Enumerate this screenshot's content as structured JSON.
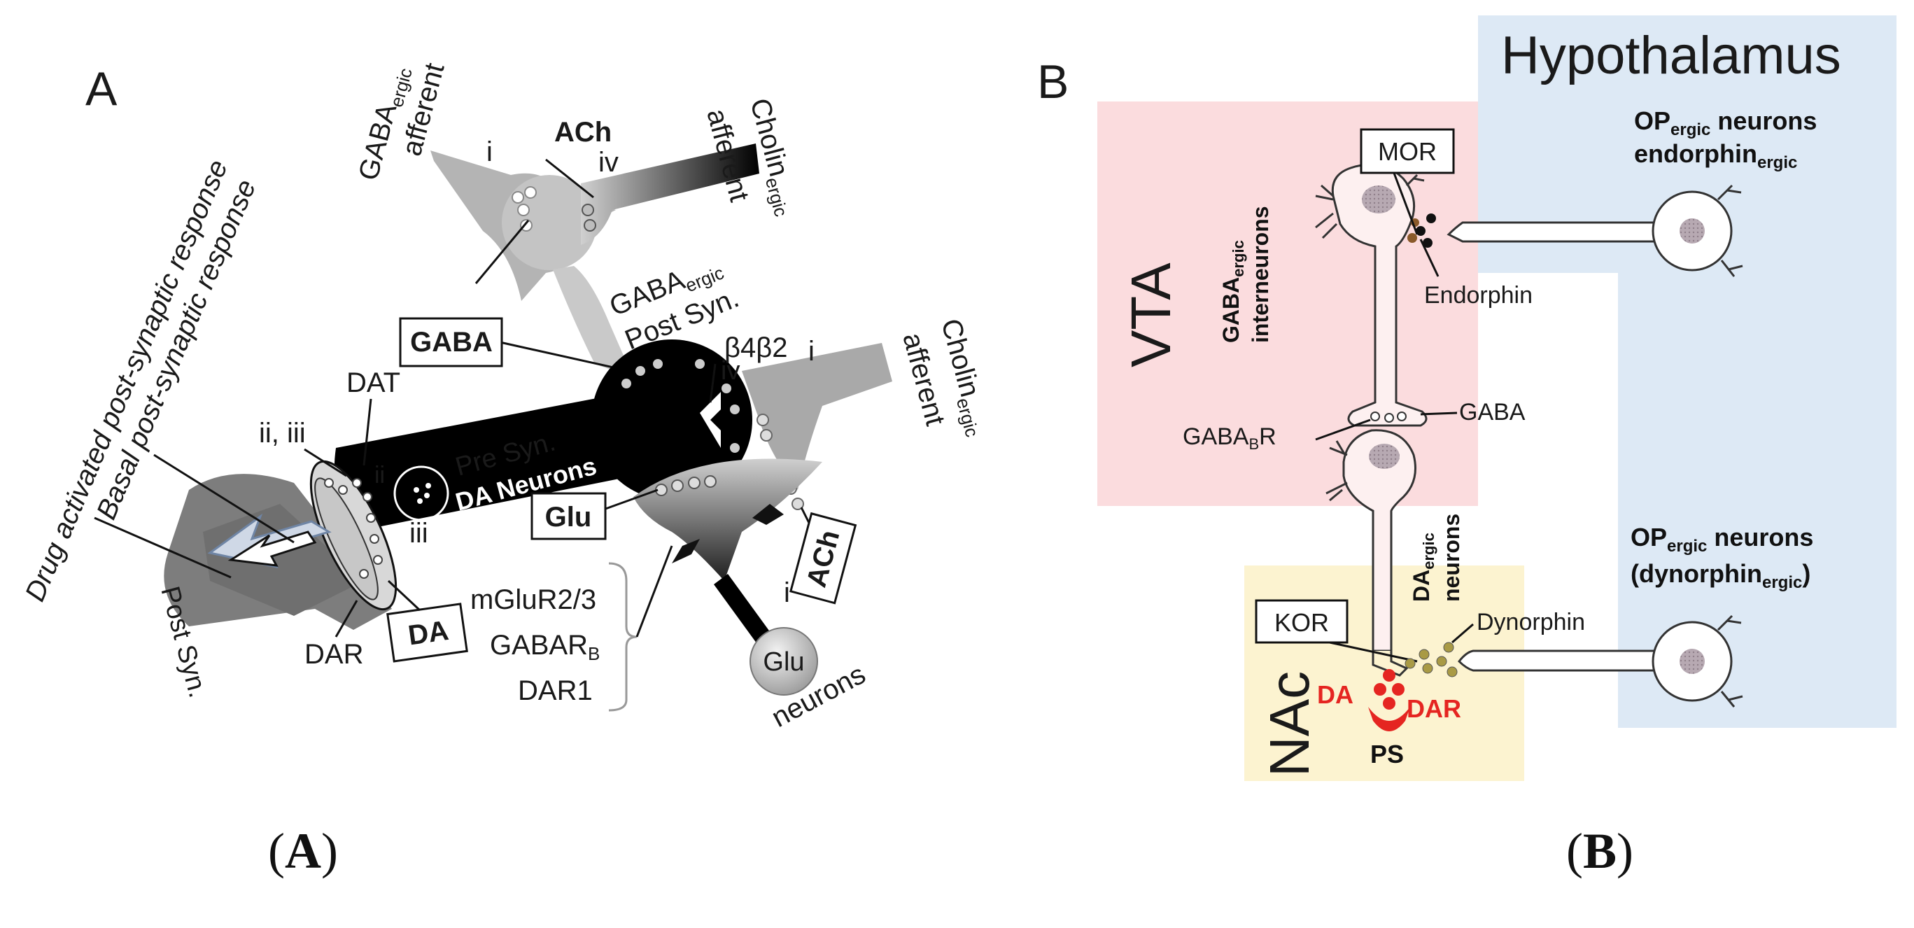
{
  "panel_a": {
    "letter": "A",
    "rot_drug": "Drug activated post-synaptic response",
    "rot_basal": "Basal post-synaptic response",
    "gaba_afferent_main": "GABA",
    "gaba_afferent_sub": "ergic",
    "gaba_afferent_line2": "afferent",
    "cholin_top_main": "Cholin",
    "cholin_top_sub": "ergic",
    "cholin_top_line2": "afferent",
    "ach_top": "ACh",
    "roman_i_top": "i",
    "roman_iv_top": "iv",
    "gaba_post_main": "GABA",
    "gaba_post_sub": "ergic",
    "gaba_post_line2": "Post Syn.",
    "cholin_right_main": "Cholin",
    "cholin_right_sub": "ergic",
    "cholin_right_line2": "afferent",
    "roman_i_right": "i",
    "box_gaba": "GABA",
    "beta": "β4β2",
    "roman_iv_mid": "iv",
    "dat": "DAT",
    "roman_ii_iii": "ii, iii",
    "roman_ii": "ii",
    "roman_iii": "iii",
    "pre_syn": "Pre Syn.",
    "da_neurons": "DA Neurons",
    "box_glu": "Glu",
    "box_ach": "ACh",
    "box_da": "DA",
    "dar": "DAR",
    "post_syn": "Post Syn.",
    "receptor_1": "mGluR2/3",
    "receptor_2_main": "GABAR",
    "receptor_2_sub": "B",
    "receptor_3": "DAR1",
    "roman_i_bottom": "i",
    "glu_neuron": "Glu",
    "neurons": "neurons"
  },
  "panel_b": {
    "letter": "B",
    "hypothalamus": "Hypothalamus",
    "vta": "VTA",
    "nac": "NAc",
    "mor": "MOR",
    "kor": "KOR",
    "op_top_main": "OP",
    "op_top_sub": "ergic",
    "op_top_rest": " neurons",
    "endorphin_ergic_main": "endorphin",
    "endorphin_ergic_sub": "ergic",
    "gaba_inter_main": "GABA",
    "gaba_inter_sub": "ergic",
    "gaba_inter_line2": "interneurons",
    "endorphin": "Endorphin",
    "gaba": "GABA",
    "gabab_r_main": "GABA",
    "gabab_r_sub": "B",
    "gabab_r_rest": "R",
    "da_ergic_main": "DA",
    "da_ergic_sub": "ergic",
    "da_ergic_line2": "neurons",
    "op_bottom_main": "OP",
    "op_bottom_sub": "ergic",
    "op_bottom_rest": " neurons",
    "dynorphin_ergic_open": "(dynorphin",
    "dynorphin_ergic_sub": "ergic",
    "dynorphin_ergic_close": ")",
    "dynorphin": "Dynorphin",
    "da_red": "DA",
    "dar_red": "DAR",
    "ps": "PS"
  },
  "captions": {
    "a": "A",
    "b": "B"
  },
  "colors": {
    "vta_fill": "#fbdcde",
    "hypothalamus_fill": "#dde9f5",
    "nac_fill": "#fcf3d0",
    "red": "#e52521",
    "black": "#000000",
    "gray": "#a8a8a8",
    "dark_gray": "#707070"
  }
}
